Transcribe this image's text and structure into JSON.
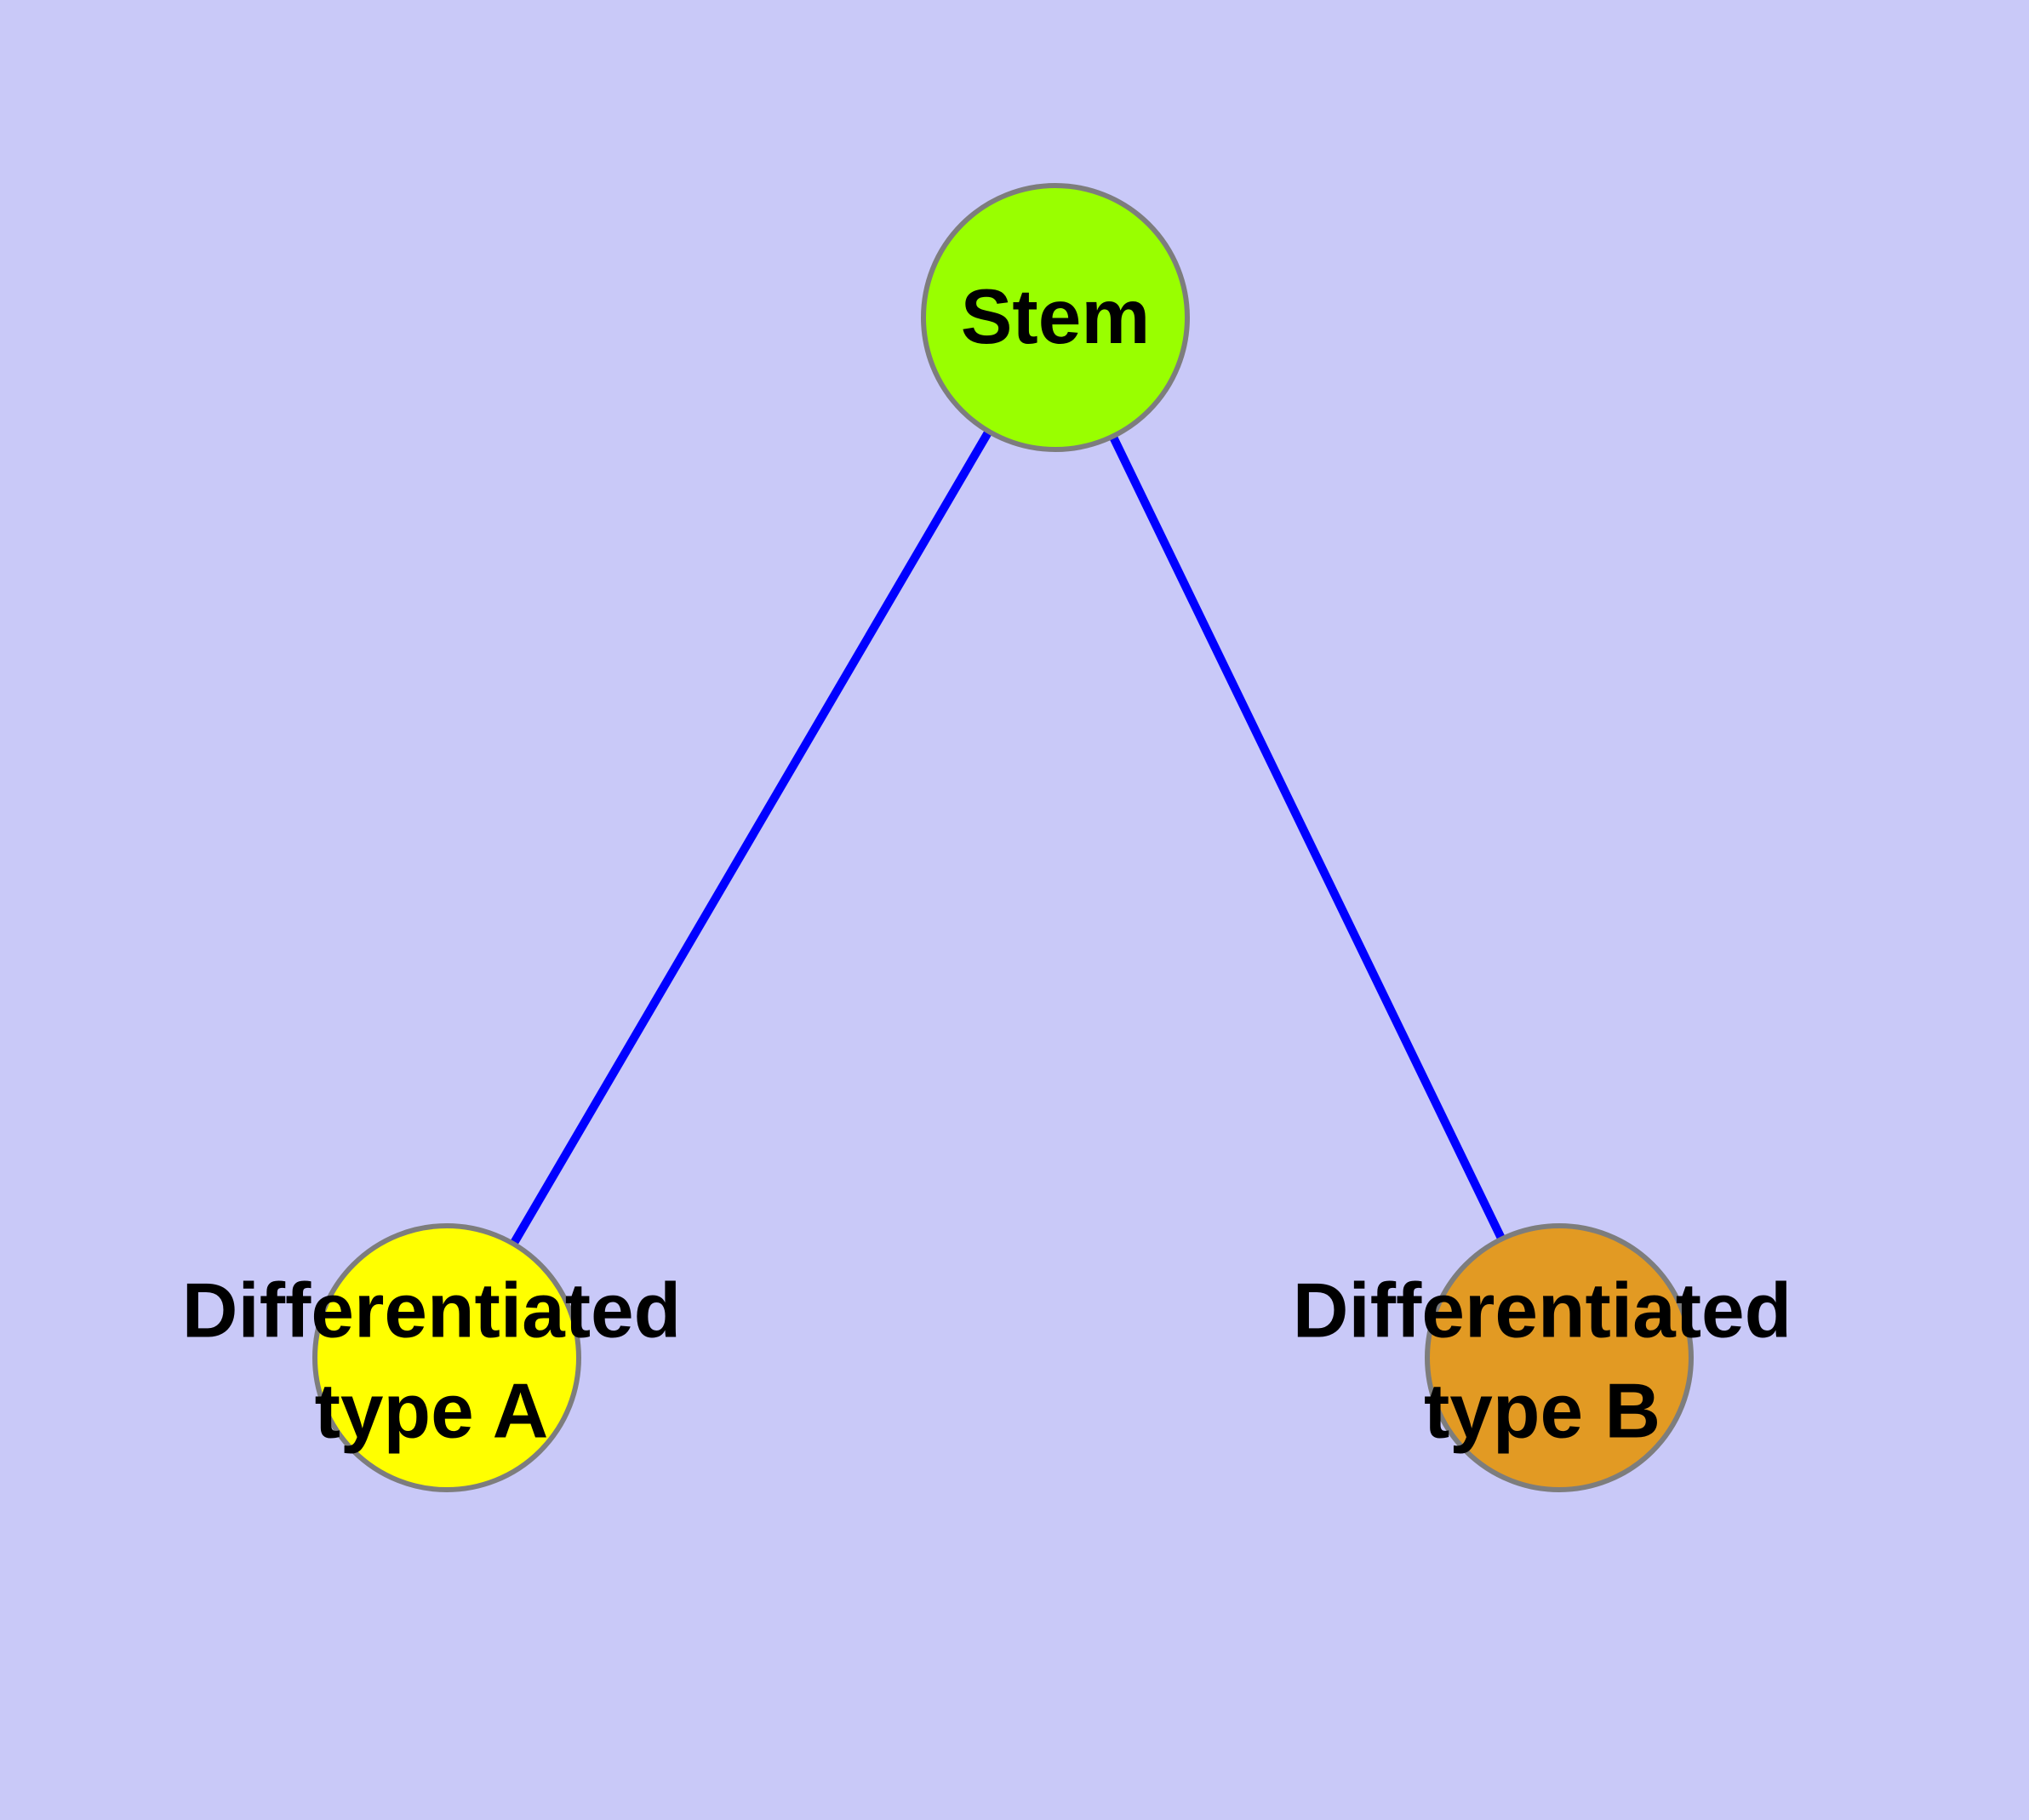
{
  "diagram": {
    "background_color": "#c9c9f8",
    "edge_color": "#0000ff",
    "node_border_color": "#7d7d7d",
    "text_color": "#000000",
    "nodes": [
      {
        "id": "stem",
        "fill": "#99ff00",
        "lines": [
          "Stem"
        ]
      },
      {
        "id": "type-a",
        "fill": "#ffff00",
        "lines": [
          "Differentiated",
          "type A"
        ]
      },
      {
        "id": "type-b",
        "fill": "#e29a23",
        "lines": [
          "Differentiated",
          "type B"
        ]
      }
    ],
    "edges": [
      {
        "from": "Stem",
        "to": "Differentiated type A"
      },
      {
        "from": "Stem",
        "to": "Differentiated type B"
      }
    ]
  }
}
